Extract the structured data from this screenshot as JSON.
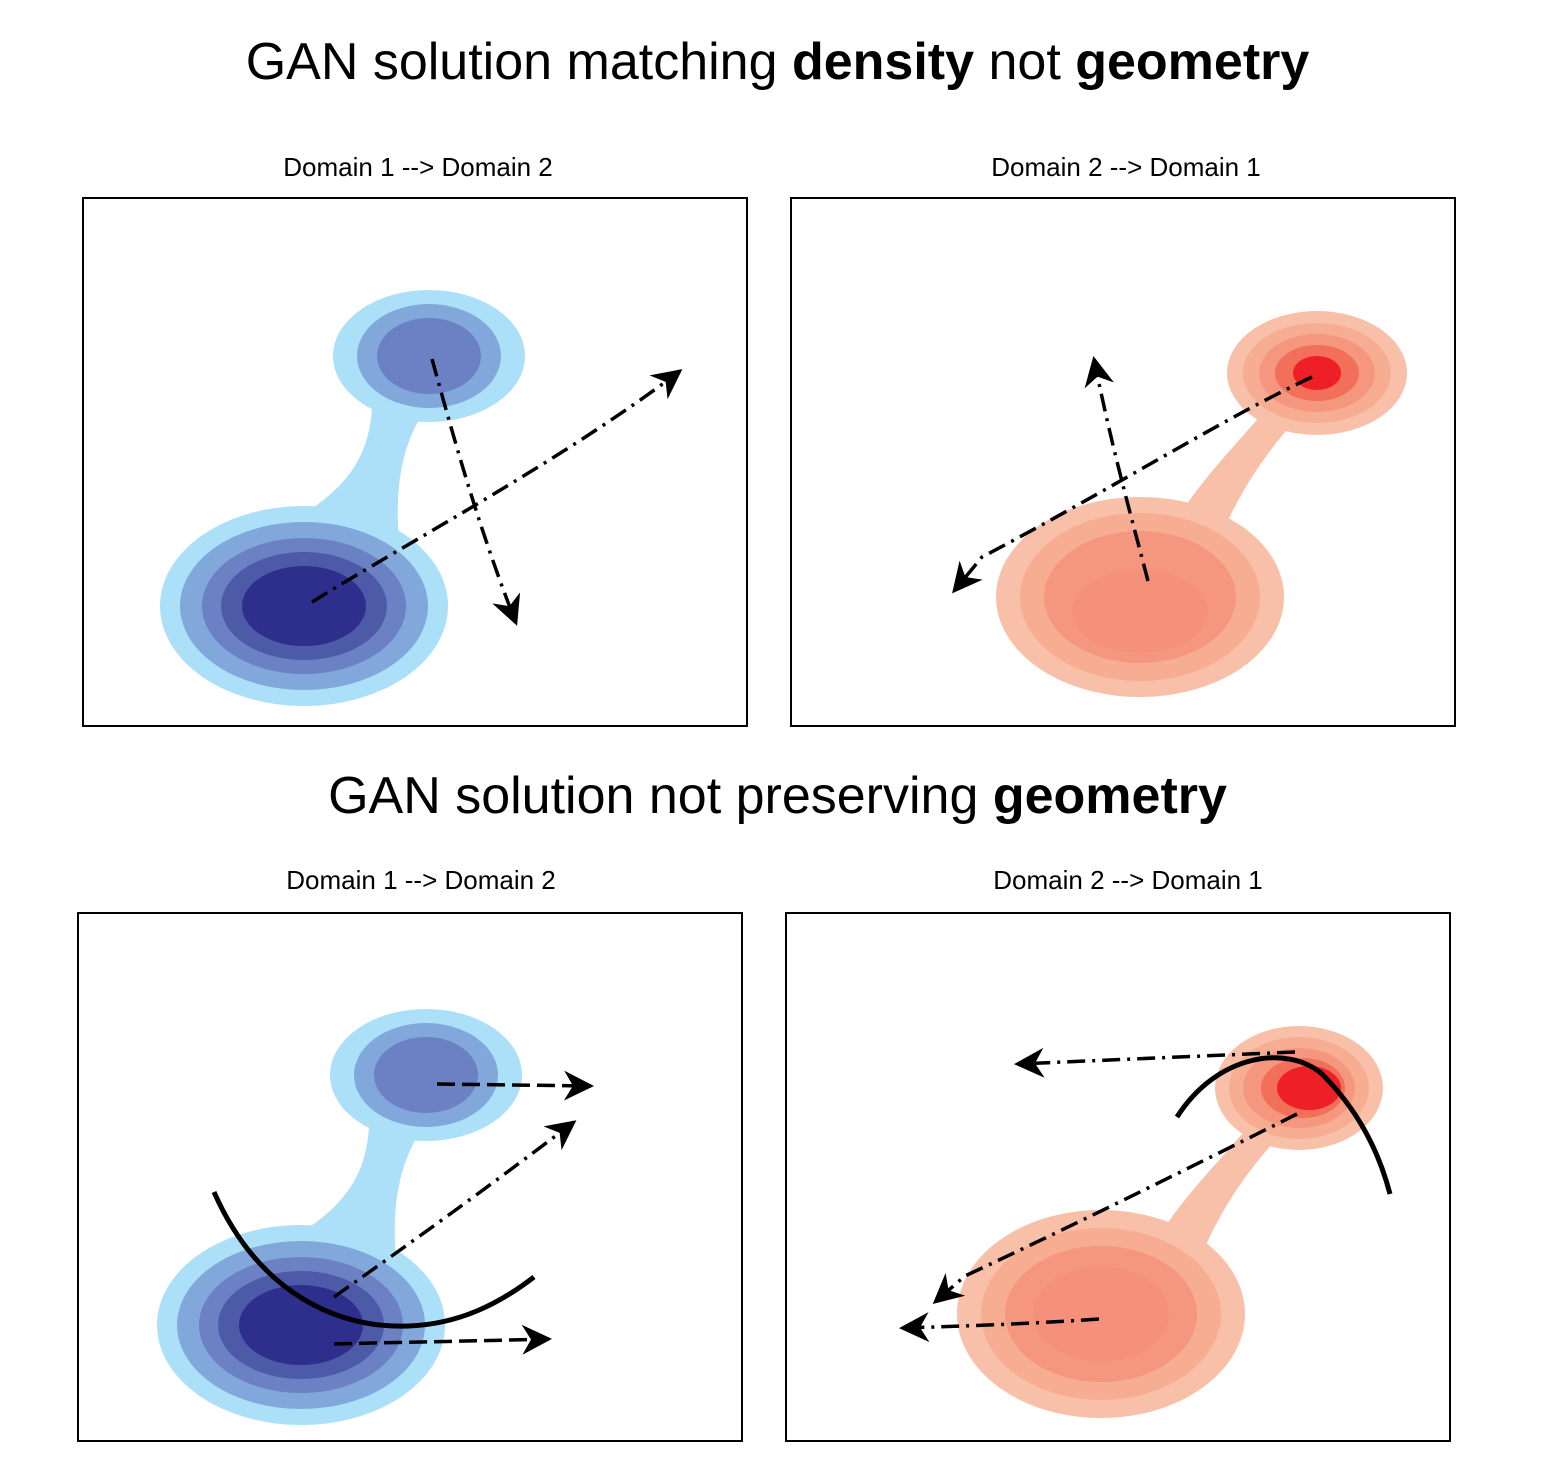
{
  "headings": {
    "top": {
      "prefix": "GAN solution matching ",
      "bold1": "density",
      "middle": " not ",
      "bold2": "geometry"
    },
    "bottom": {
      "prefix": "GAN solution not preserving ",
      "bold1": "geometry"
    }
  },
  "panels": {
    "p1": {
      "title": "Domain 1 --> Domain 2"
    },
    "p2": {
      "title": "Domain 2 --> Domain 1"
    },
    "p3": {
      "title": "Domain 1 --> Domain 2"
    },
    "p4": {
      "title": "Domain 2 --> Domain 1"
    }
  },
  "colors": {
    "blue_levels": [
      "#ace0f8",
      "#82a7da",
      "#6b81c4",
      "#4c5aa8",
      "#2e2e8c"
    ],
    "red_levels": [
      "#f8c0a8",
      "#f7ad92",
      "#f5977f",
      "#f26f59",
      "#ee1f26"
    ],
    "arrow": "#000000",
    "border": "#000000"
  }
}
